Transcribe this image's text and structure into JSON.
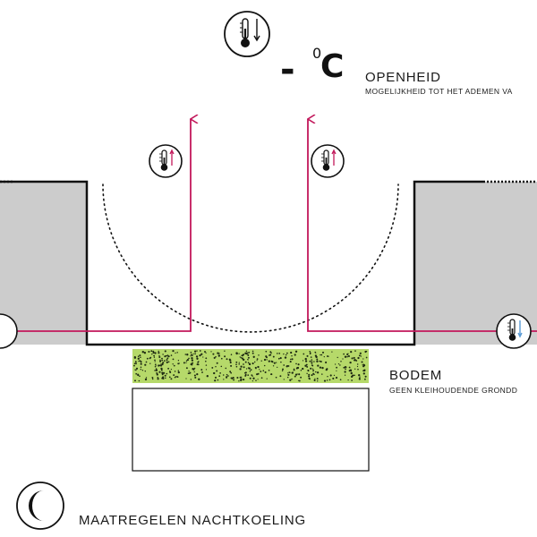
{
  "header": {
    "minus": "-",
    "superscript": "0",
    "unit": "C"
  },
  "labels": {
    "openheid_title": "OPENHEID",
    "openheid_sub": "MOGELIJKHEID TOT HET ADEMEN VA",
    "bodem_title": "BODEM",
    "bodem_sub": "GEEN KLEIHOUDENDE GRONDD",
    "footer_title": "MAATREGELEN NACHTKOELING"
  },
  "icons": {
    "top": "thermometer-down-icon",
    "left_up": "thermometer-up-icon",
    "right_up": "thermometer-up-icon",
    "right_down": "thermometer-down-icon",
    "moon": "moon-icon"
  },
  "colors": {
    "arrow": "#c2185b",
    "building": "#cccccc",
    "soil": "#b6d96a",
    "line": "#111111",
    "cold": "#5b9bd5"
  }
}
